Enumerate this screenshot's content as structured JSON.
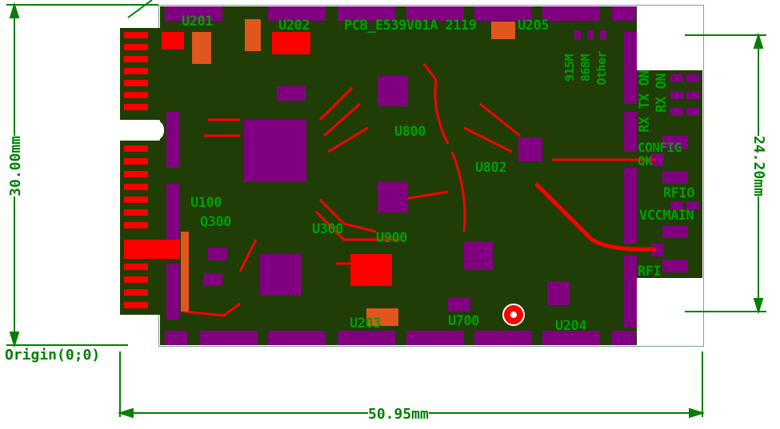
{
  "board": {
    "title": "PCB_E539V01A 2119",
    "colors": {
      "board": "#1f3d05",
      "pad": "#800080",
      "trace": "#ff0000",
      "silk": "#00a000",
      "dimension": "#008000",
      "copper_pour": "#e0561c"
    },
    "components": [
      "U201",
      "U202",
      "U205",
      "U100",
      "Q300",
      "U300",
      "U800",
      "U802",
      "U900",
      "U203",
      "U700",
      "U204"
    ],
    "band_labels": [
      "915M",
      "868M",
      "Other"
    ],
    "led_labels": [
      "RX TX ON",
      "RX ON",
      "CONFIG OK"
    ],
    "port_labels": [
      "RFIO",
      "VCCMAIN",
      "RFI"
    ]
  },
  "dimensions": {
    "origin": "Origin(0;0)",
    "height": "30.00mm",
    "inner_height": "24.20mm",
    "width": "50.95mm"
  }
}
